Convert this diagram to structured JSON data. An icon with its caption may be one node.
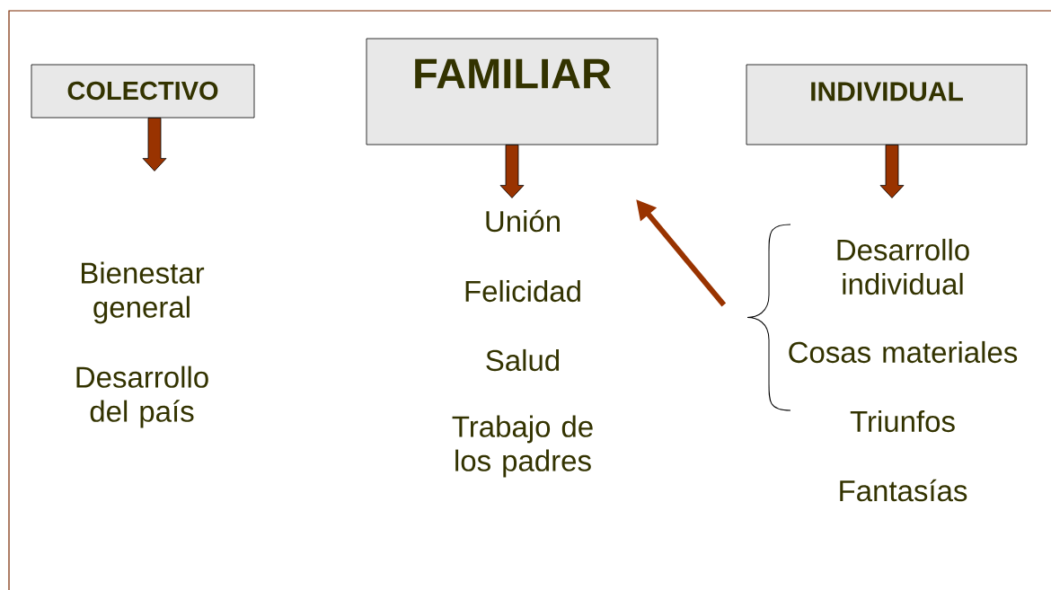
{
  "diagram": {
    "nodes": [
      {
        "text": [
          "COLECTIVO"
        ]
      },
      {
        "text": [
          "FAMILIAR"
        ]
      },
      {
        "text": [
          "INDIVIDUAL"
        ]
      },
      {
        "text": [],
        "shape": "brace"
      }
    ],
    "edges": [
      {
        "from": 0,
        "to": null,
        "arrow": "to"
      },
      {
        "from": 1,
        "to": null,
        "arrow": "to"
      },
      {
        "from": 2,
        "to": null,
        "arrow": "to"
      },
      {
        "from": 3,
        "to": null,
        "arrow": "to"
      }
    ],
    "labels": [
      "Bienestar general",
      "Desarrollo del país",
      "Unión",
      "Felicidad",
      "Salud",
      "Trabajo de los padres",
      "Desarrollo individual",
      "Cosas materiales",
      "Triunfos",
      "Fantasías"
    ]
  }
}
